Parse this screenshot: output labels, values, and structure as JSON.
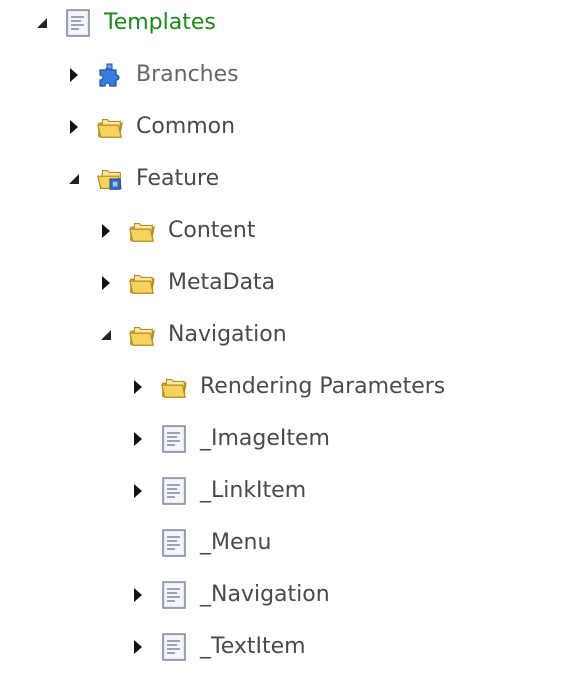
{
  "tree": {
    "nodes": [
      {
        "label": "Templates",
        "icon": "template-icon",
        "expander": "expanded",
        "style": "root",
        "depth": 0
      },
      {
        "label": "Branches",
        "icon": "puzzle-icon",
        "expander": "collapsed",
        "style": "muted",
        "depth": 1
      },
      {
        "label": "Common",
        "icon": "folder-icon",
        "expander": "collapsed",
        "style": "normal",
        "depth": 1
      },
      {
        "label": "Feature",
        "icon": "folder-module-icon",
        "expander": "expanded",
        "style": "normal",
        "depth": 1
      },
      {
        "label": "Content",
        "icon": "folder-icon",
        "expander": "collapsed",
        "style": "normal",
        "depth": 2
      },
      {
        "label": "MetaData",
        "icon": "folder-icon",
        "expander": "collapsed",
        "style": "normal",
        "depth": 2
      },
      {
        "label": "Navigation",
        "icon": "folder-icon",
        "expander": "expanded",
        "style": "normal",
        "depth": 2
      },
      {
        "label": "Rendering Parameters",
        "icon": "folder-icon",
        "expander": "collapsed",
        "style": "normal",
        "depth": 3
      },
      {
        "label": "_ImageItem",
        "icon": "template-icon",
        "expander": "collapsed",
        "style": "normal",
        "depth": 3
      },
      {
        "label": "_LinkItem",
        "icon": "template-icon",
        "expander": "collapsed",
        "style": "normal",
        "depth": 3
      },
      {
        "label": "_Menu",
        "icon": "template-icon",
        "expander": "none",
        "style": "normal",
        "depth": 3
      },
      {
        "label": "_Navigation",
        "icon": "template-icon",
        "expander": "collapsed",
        "style": "normal",
        "depth": 3
      },
      {
        "label": "_TextItem",
        "icon": "template-icon",
        "expander": "collapsed",
        "style": "normal",
        "depth": 3
      }
    ]
  }
}
